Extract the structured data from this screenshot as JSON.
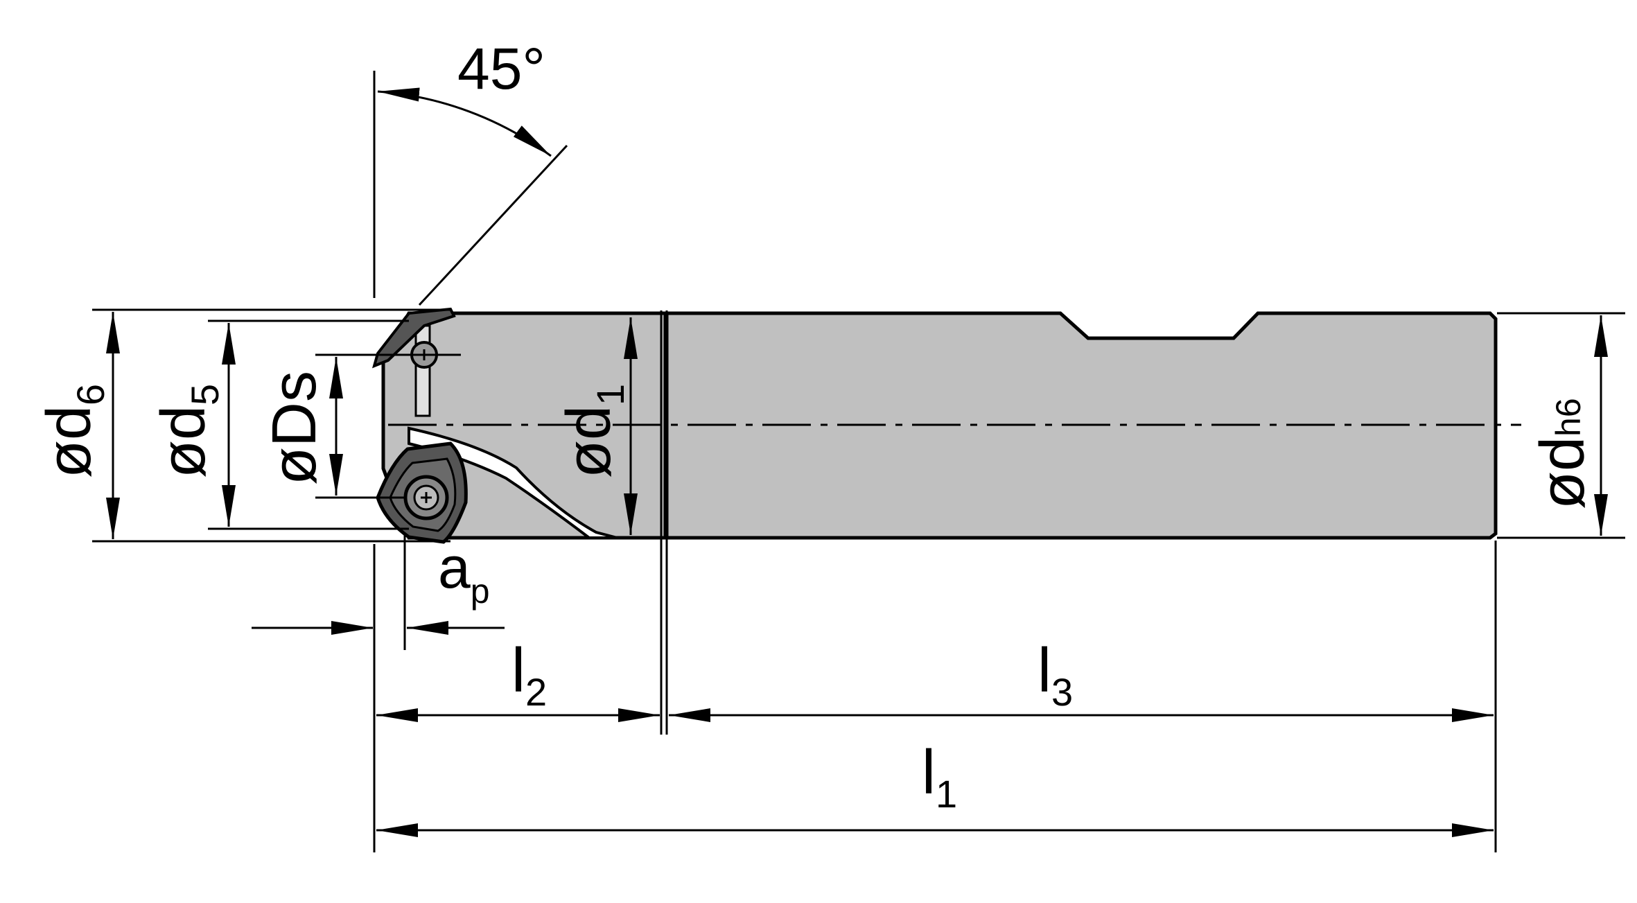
{
  "labels": {
    "angle": "45°",
    "d6": {
      "main": "ød",
      "sub": "6"
    },
    "d5": {
      "main": "ød",
      "sub": "5"
    },
    "ds": {
      "main": "øDs"
    },
    "d1": {
      "main": "ød",
      "sub": "1"
    },
    "dh6": {
      "main": "ød",
      "sub": "h6"
    },
    "ap": {
      "main": "a",
      "sub": "p"
    },
    "l2": {
      "main": "l",
      "sub": "2"
    },
    "l3": {
      "main": "l",
      "sub": "3"
    },
    "l1": {
      "main": "l",
      "sub": "1"
    }
  },
  "colors": {
    "line": "#000000",
    "body_fill": "#c0c0c0",
    "insert_fill": "#555555",
    "background": "#ffffff"
  }
}
